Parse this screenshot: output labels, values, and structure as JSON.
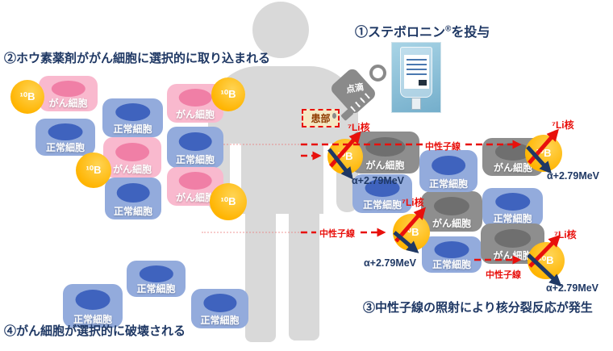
{
  "steps": {
    "step1": {
      "pre": "①ステボロニン",
      "reg": "®",
      "post": "を投与"
    },
    "step2": "②ホウ素薬剤ががん細胞に選択的に取り込まれる",
    "step3": "③中性子線の照射により核分裂反応が発生",
    "step4": "④がん細胞が選択的に破壊される"
  },
  "labels": {
    "cancer_cell": "がん細胞",
    "normal_cell": "正常細胞",
    "boron": "¹⁰B",
    "li7_nucleus": "⁷Li核",
    "alpha_energy": "α+2.79MeV",
    "neutron_beam": "中性子線",
    "iv_drip": "点滴",
    "affected_area": "患部"
  },
  "colors": {
    "cancer_cell": "#F9B9CE",
    "cancer_nucleus": "#F07FA6",
    "normal_cell": "#93ABDC",
    "normal_nucleus": "#3F63BE",
    "destroyed_cell": "#8E8E8E",
    "destroyed_nucleus": "#6F6F6F",
    "boron": "#FFBE0D",
    "arrow_red": "#E8100C",
    "arrow_navy": "#1F3864",
    "title_navy": "#1F3864",
    "body_gray": "#D9D9D9",
    "affected_bg": "#F5E9C4"
  }
}
